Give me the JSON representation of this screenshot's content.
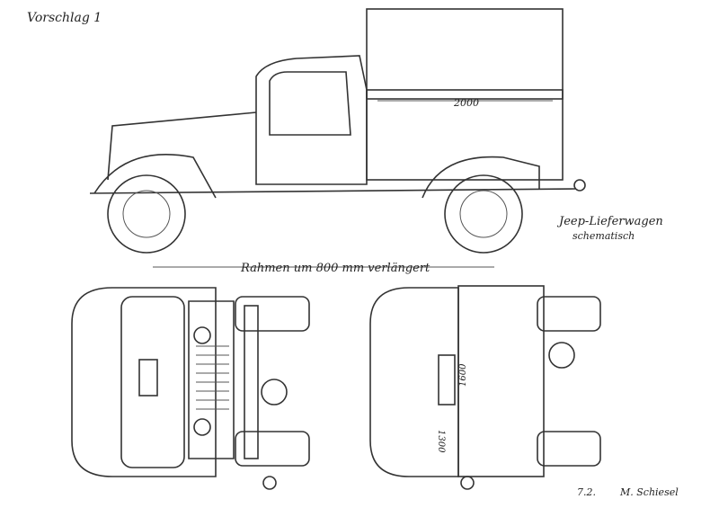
{
  "title": "Vorschlag 1",
  "side_view": {
    "dimension_length": "2000"
  },
  "caption": {
    "line1": "Jeep-Lieferwagen",
    "line2": "schematisch"
  },
  "frame_note": "Rahmen um 800 mm verlängert",
  "top_view_right": {
    "dimension_1": "1600",
    "dimension_2": "1300"
  },
  "signature": {
    "date": "7.2.",
    "name": "M. Schiesel"
  },
  "colors": {
    "ink": "#333333",
    "paper": "#ffffff"
  }
}
